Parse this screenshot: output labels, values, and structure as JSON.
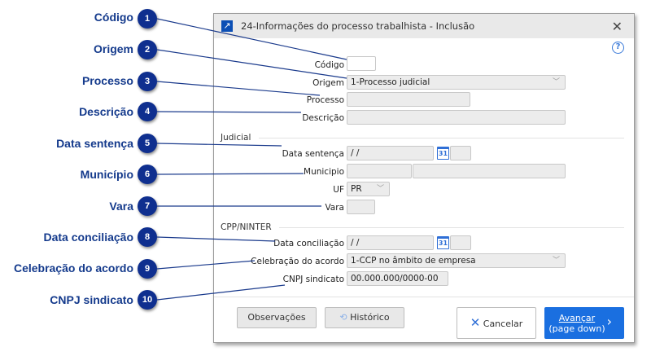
{
  "callouts": [
    {
      "num": "1",
      "label": "Código"
    },
    {
      "num": "2",
      "label": "Origem"
    },
    {
      "num": "3",
      "label": "Processo"
    },
    {
      "num": "4",
      "label": "Descrição"
    },
    {
      "num": "5",
      "label": "Data sentença"
    },
    {
      "num": "6",
      "label": "Município"
    },
    {
      "num": "7",
      "label": "Vara"
    },
    {
      "num": "8",
      "label": "Data conciliação"
    },
    {
      "num": "9",
      "label": "Celebração do acordo"
    },
    {
      "num": "10",
      "label": "CNPJ sindicato"
    }
  ],
  "dialog": {
    "title": "24-Informações do processo trabalhista - Inclusão",
    "title_icon": "↗",
    "close": "✕",
    "help": "?"
  },
  "form": {
    "codigo": {
      "label": "Código",
      "value": ""
    },
    "origem": {
      "label": "Origem",
      "value": "1-Processo judicial"
    },
    "processo": {
      "label": "Processo",
      "value": ""
    },
    "descricao": {
      "label": "Descrição",
      "value": ""
    }
  },
  "judicial": {
    "title": "Judicial",
    "data_sentenca": {
      "label": "Data sentença",
      "value": " /  /"
    },
    "municipio": {
      "label": "Municipio",
      "code": "",
      "name": ""
    },
    "uf": {
      "label": "UF",
      "value": "PR"
    },
    "vara": {
      "label": "Vara",
      "value": ""
    }
  },
  "cpp": {
    "title": "CPP/NINTER",
    "data_conciliacao": {
      "label": "Data conciliação",
      "value": " /  /"
    },
    "celebracao": {
      "label": "Celebração do acordo",
      "value": "1-CCP no âmbito de empresa"
    },
    "cnpj": {
      "label": "CNPJ sindicato",
      "value": "00.000.000/0000-00"
    }
  },
  "buttons": {
    "observacoes": "Observações",
    "historico": "Histórico",
    "cancelar": "Cancelar",
    "avancar_line1": "Avançar",
    "avancar_line2": "(page down)"
  },
  "colors": {
    "callout": "#0f2f8f",
    "primary_button": "#1a6fe0"
  }
}
